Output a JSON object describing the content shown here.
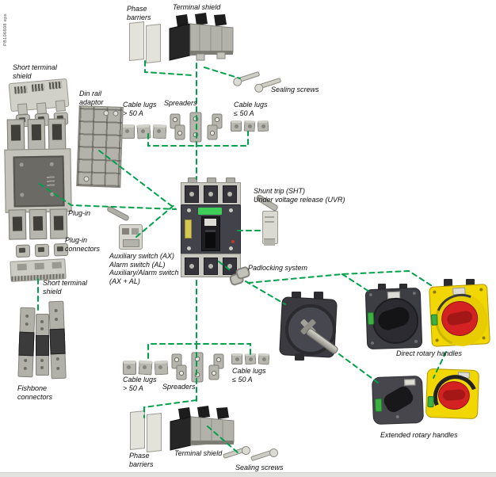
{
  "side_code": "PB106608 eps",
  "labels": {
    "phase_barriers": "Phase\nbarriers",
    "terminal_shield": "Terminal shield",
    "short_terminal_shield": "Short terminal\nshield",
    "din_rail_adaptor": "Din rail\nadaptor",
    "cable_lugs_gt_50": "Cable lugs\n> 50 A",
    "spreaders": "Spreaders",
    "cable_lugs_le_50": "Cable lugs\n≤ 50 A",
    "sealing_screws": "Sealing screws",
    "shunt_trip_uvr": "Shunt trip (SHT)\nUnder voltage release (UVR)",
    "plug_in": "Plug-in",
    "plug_in_connectors": "Plug-in\nconnectors",
    "auxiliary_switches": "Auxiliary switch (AX)\nAlarm switch (AL)\nAuxiliary/Alarm switch\n(AX + AL)",
    "padlocking_system": "Padlocking system",
    "fishbone_connectors": "Fishbone\nconnectors",
    "direct_rotary_handles": "Direct rotary handles",
    "extended_rotary_handles": "Extended rotary handles"
  },
  "colors": {
    "background": "#ffffff",
    "connection_green": "#00a14b",
    "breaker_body": "#42424a",
    "breaker_brand_green": "#3dcd58",
    "handle_plate_yellow": "#f1d600",
    "knob_red": "#d42222",
    "knob_black": "#141416",
    "indicator_green": "#3cb043",
    "part_gray": "#c0bfb7",
    "shield_black": "#232323"
  }
}
